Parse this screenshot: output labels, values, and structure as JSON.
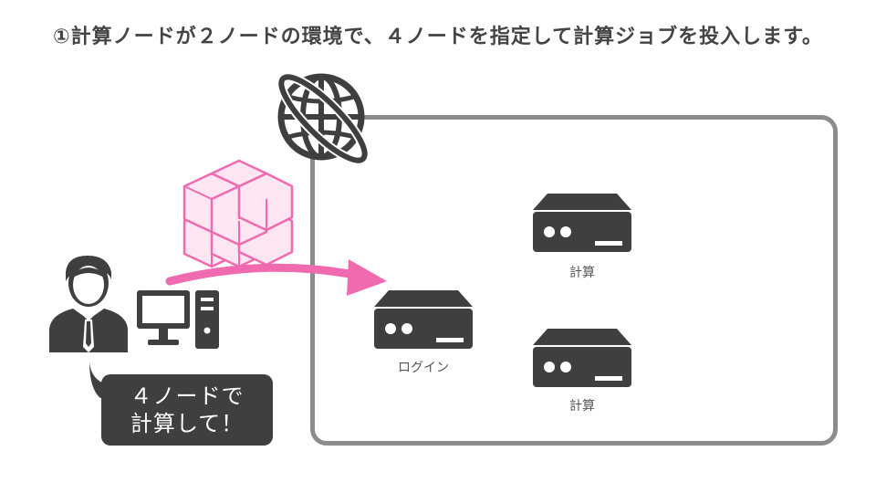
{
  "title": "①計算ノードが２ノードの環境で、４ノードを指定して計算ジョブを投入します。",
  "nodes": {
    "login_label": "ログイン",
    "compute1_label": "計算",
    "compute2_label": "計算"
  },
  "bubble": {
    "line1": "４ノードで",
    "line2": "計算して！"
  },
  "colors": {
    "job_pink": "#f06ab0",
    "dark": "#3f3f3f",
    "border": "#8c8c8c"
  },
  "icons": [
    "globe-icon",
    "job-cubes-icon",
    "user-icon",
    "desktop-pc-icon",
    "server-icon",
    "arrow-icon"
  ]
}
